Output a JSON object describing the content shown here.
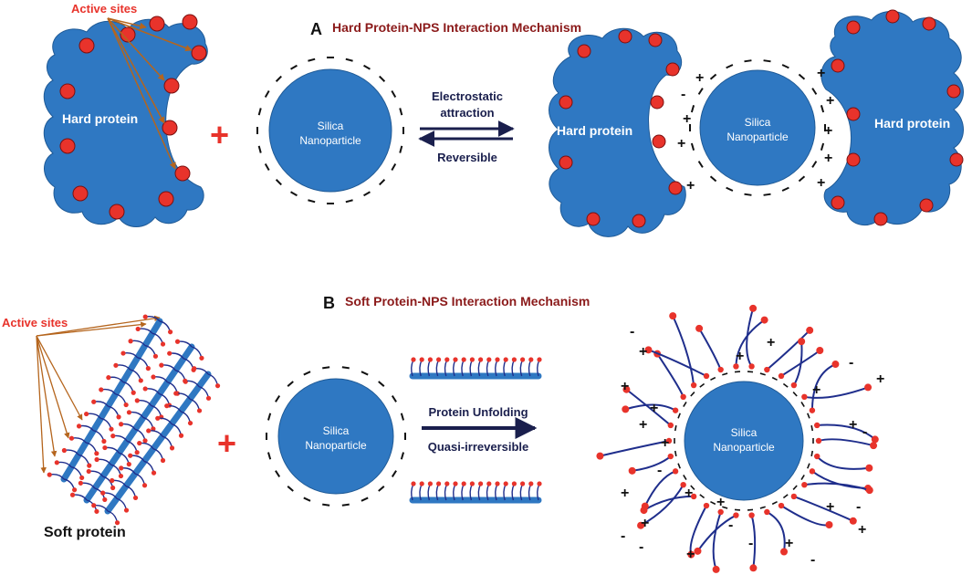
{
  "panel_a": {
    "letter": "A",
    "title": "Hard Protein-NPS Interaction Mechanism",
    "active_sites_label": "Active sites",
    "protein_label": "Hard protein",
    "plus_sign": "+",
    "nanoparticle_label_line1": "Silica",
    "nanoparticle_label_line2": "Nanoparticle",
    "arrow_top_line1": "Electrostatic",
    "arrow_top_line2": "attraction",
    "arrow_bottom": "Reversible",
    "complex_protein_left": "Hard protein",
    "complex_protein_right": "Hard protein",
    "complex_np_line1": "Silica",
    "complex_np_line2": "Nanoparticle"
  },
  "panel_b": {
    "letter": "B",
    "title": "Soft Protein-NPS Interaction Mechanism",
    "active_sites_label": "Active sites",
    "protein_label": "Soft  protein",
    "plus_sign": "+",
    "nanoparticle_label_line1": "Silica",
    "nanoparticle_label_line2": "Nanoparticle",
    "arrow_top": "Protein Unfolding",
    "arrow_bottom": "Quasi-irreversible",
    "complex_np_line1": "Silica",
    "complex_np_line2": "Nanoparticle"
  },
  "colors": {
    "protein_blue": "#2f78c2",
    "site_red": "#e8332b",
    "title_red": "#8b1a1a",
    "arrow_navy": "#1a1f4d",
    "pointer_brown": "#b5651d",
    "chain_navy": "#1f2e8c"
  }
}
